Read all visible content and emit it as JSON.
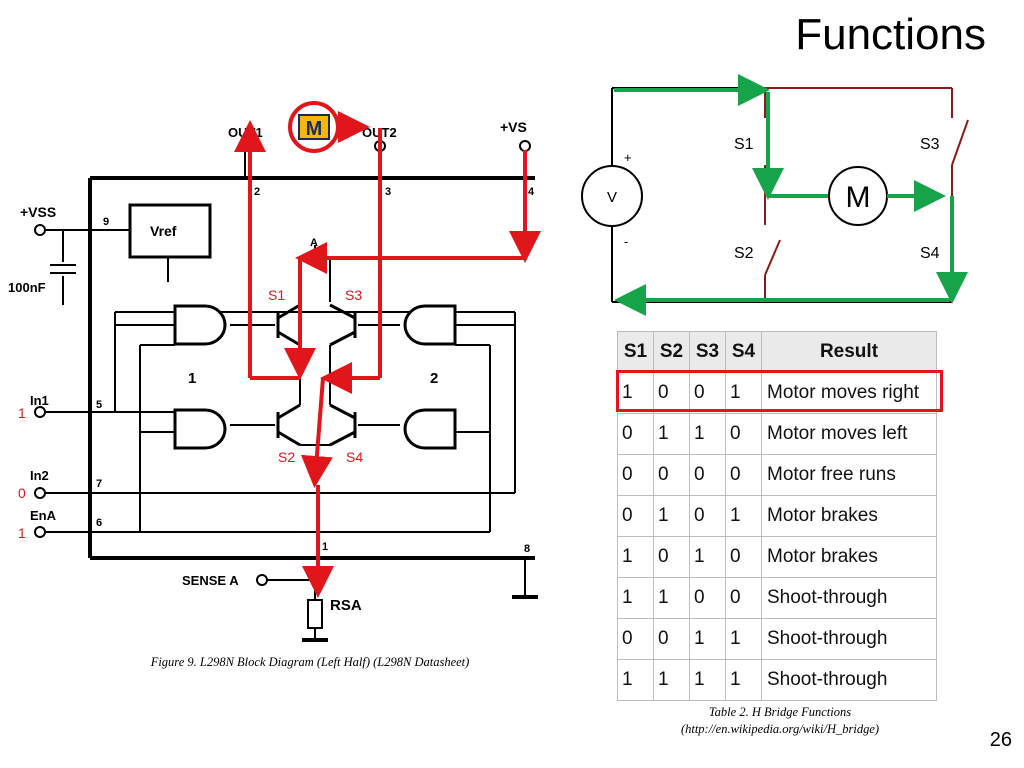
{
  "slide": {
    "title": "Functions",
    "page_number": "26"
  },
  "block_diagram": {
    "labels": {
      "out1": "OUT1",
      "out2": "OUT2",
      "vs": "+VS",
      "vss": "+VSS",
      "vref": "Vref",
      "cap": "100nF",
      "in1": "In1",
      "in2": "In2",
      "ena": "EnA",
      "sense": "SENSE A",
      "rsa": "RSA",
      "gate1": "1",
      "gate2": "2",
      "node_a": "A",
      "pin9": "9",
      "pin2": "2",
      "pin3": "3",
      "pin4": "4",
      "pin5": "5",
      "pin7": "7",
      "pin6": "6",
      "pin1": "1",
      "pin8": "8",
      "motor_logo": "M"
    },
    "switch_labels": {
      "s1": "S1",
      "s2": "S2",
      "s3": "S3",
      "s4": "S4"
    },
    "input_values": {
      "in1": "1",
      "in2": "0",
      "ena": "1"
    },
    "caption": "Figure 9. L298N Block Diagram (Left Half) (L298N Datasheet)"
  },
  "hbridge_schematic": {
    "source_label": "V",
    "plus": "+",
    "minus": "-",
    "motor_label": "M",
    "switches": [
      "S1",
      "S2",
      "S3",
      "S4"
    ]
  },
  "table": {
    "headers": [
      "S1",
      "S2",
      "S3",
      "S4",
      "Result"
    ],
    "rows": [
      [
        "1",
        "0",
        "0",
        "1",
        "Motor moves right"
      ],
      [
        "0",
        "1",
        "1",
        "0",
        "Motor moves left"
      ],
      [
        "0",
        "0",
        "0",
        "0",
        "Motor free runs"
      ],
      [
        "0",
        "1",
        "0",
        "1",
        "Motor brakes"
      ],
      [
        "1",
        "0",
        "1",
        "0",
        "Motor brakes"
      ],
      [
        "1",
        "1",
        "0",
        "0",
        "Shoot-through"
      ],
      [
        "0",
        "0",
        "1",
        "1",
        "Shoot-through"
      ],
      [
        "1",
        "1",
        "1",
        "1",
        "Shoot-through"
      ]
    ],
    "highlighted_row": 0,
    "caption_line1": "Table 2. H Bridge Functions",
    "caption_line2": "(http://en.wikipedia.org/wiki/H_bridge)"
  },
  "colors": {
    "current_path_red": "#e0161a",
    "current_path_green": "#16a34a",
    "wire_black": "#000000",
    "switch_dark_red": "#8b1a1a",
    "logo_yellow": "#f5b700"
  }
}
